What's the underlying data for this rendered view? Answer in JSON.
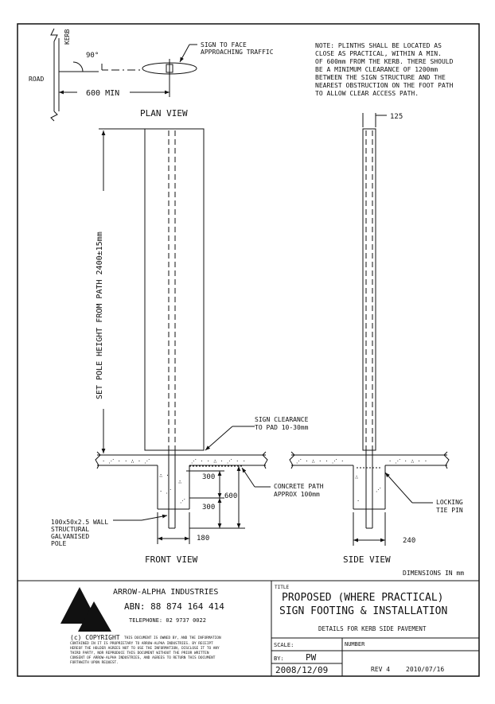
{
  "plan_view": {
    "kerb_label": "KERB",
    "road_label": "ROAD",
    "angle_label": "90°",
    "min_label": "600 MIN",
    "sign_note_lines": [
      "SIGN TO FACE",
      "APPROACHING TRAFFIC"
    ],
    "title": "PLAN VIEW"
  },
  "note_lines": [
    "NOTE: PLINTHS SHALL BE LOCATED AS",
    "CLOSE AS PRACTICAL, WITHIN A MIN.",
    "OF 600mm FROM THE KERB.  THERE SHOULD",
    "BE A MINIMUM CLEARANCE OF 1200mm",
    "BETWEEN THE SIGN STRUCTURE AND THE",
    "NEAREST OBSTRUCTION ON THE FOOT PATH",
    "TO ALLOW CLEAR ACCESS PATH."
  ],
  "front_view": {
    "height_label": "SET POLE HEIGHT FROM PATH  2400±15mm",
    "clearance_lines": [
      "SIGN CLEARANCE",
      "TO PAD 10-30mm"
    ],
    "concrete_lines": [
      "CONCRETE PATH",
      "APPROX 100mm"
    ],
    "pole_lines": [
      "100x50x2.5 WALL",
      "STRUCTURAL",
      "GALVANISED",
      "POLE"
    ],
    "dim_300_upper": "300",
    "dim_300_lower": "300",
    "dim_600": "600",
    "dim_180": "180",
    "title": "FRONT VIEW"
  },
  "side_view": {
    "dim_125": "125",
    "dim_240": "240",
    "pin_lines": [
      "LOCKING",
      "TIE PIN"
    ],
    "title": "SIDE VIEW"
  },
  "dimensions_note": "DIMENSIONS IN mm",
  "company": {
    "name": "ARROW-ALPHA INDUSTRIES",
    "abn": "ABN: 88 874 164 414",
    "telephone": "TELEPHONE: 02 9737 0022",
    "copyright_head": "(c) COPYRIGHT",
    "copyright_lines": [
      "THIS DOCUMENT IS OWNED BY, AND THE INFORMATION",
      "CONTAINED IN IT IS PROPRIETARY TO ARROW-ALPHA INDUSTRIES.  BY RECEIPT",
      "HEREOF THE HOLDER AGREES NOT TO USE THE INFORMATION, DISCLOSE IT TO ANY",
      "THIRD PARTY, NOR REPRODUCE THIS DOCUMENT WITHOUT THE PRIOR WRITTEN",
      "CONSENT OF ARROW-ALPHA INDUSTRIES, AND AGREES TO RETURN THIS DOCUMENT",
      "FORTHWITH UPON REQUEST."
    ]
  },
  "title_block": {
    "title_caption": "TITLE",
    "title_line1": "PROPOSED (WHERE PRACTICAL)",
    "title_line2": "SIGN FOOTING & INSTALLATION",
    "subtitle": "DETAILS FOR KERB SIDE PAVEMENT",
    "scale_label": "SCALE:",
    "number_label": "NUMBER",
    "by_label": "BY:",
    "by_value": "PW",
    "date": "2008/12/09",
    "rev": "REV 4",
    "rev_date": "2010/07/16"
  }
}
